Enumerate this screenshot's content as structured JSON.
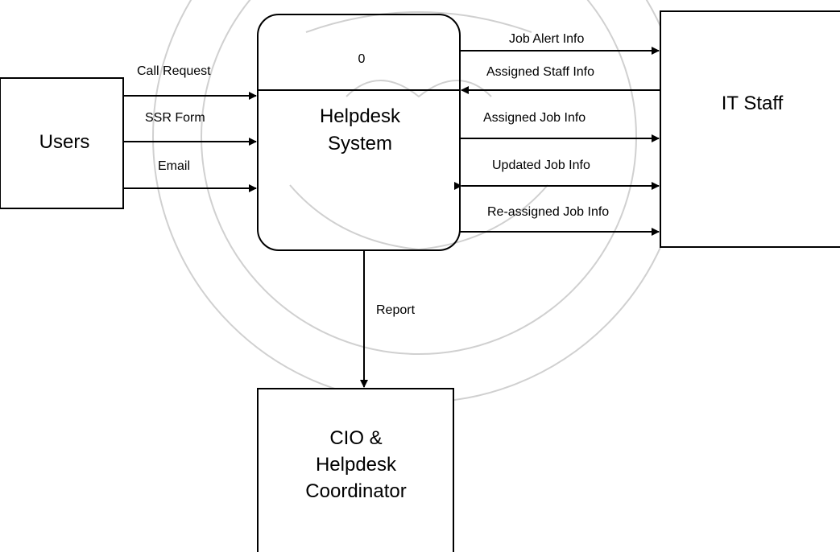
{
  "process": {
    "number": "0",
    "name_line1": "Helpdesk",
    "name_line2": "System"
  },
  "entities": {
    "users": "Users",
    "it_staff": "IT Staff",
    "cio_line1": "CIO &",
    "cio_line2": "Helpdesk",
    "cio_line3": "Coordinator"
  },
  "flows": {
    "call_request": "Call Request",
    "ssr_form": "SSR Form",
    "email": "Email",
    "job_alert_info": "Job Alert Info",
    "assigned_staff_info": "Assigned Staff Info",
    "assigned_job_info": "Assigned Job Info",
    "updated_job_info": "Updated Job Info",
    "reassigned_job_info": "Re-assigned Job Info",
    "report": "Report"
  }
}
